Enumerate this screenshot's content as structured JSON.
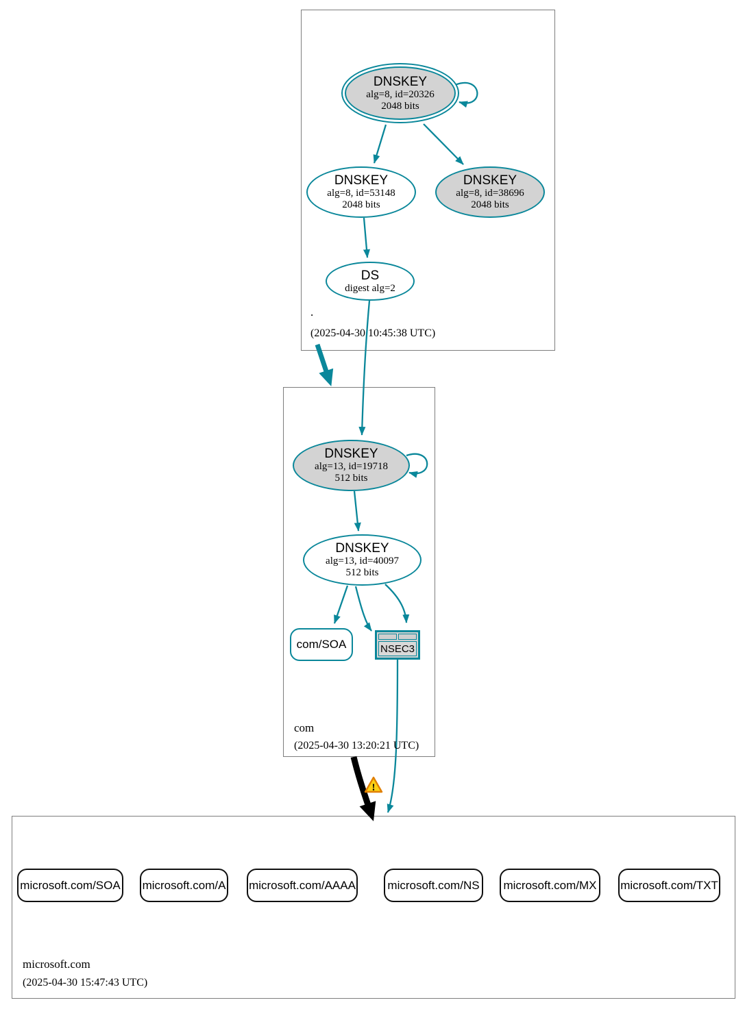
{
  "zones": {
    "root": {
      "label": ".",
      "timestamp": "(2025-04-30 10:45:38 UTC)",
      "nodes": {
        "ksk": {
          "title": "DNSKEY",
          "detail": "alg=8, id=20326",
          "size": "2048 bits"
        },
        "zsk": {
          "title": "DNSKEY",
          "detail": "alg=8, id=53148",
          "size": "2048 bits"
        },
        "key2": {
          "title": "DNSKEY",
          "detail": "alg=8, id=38696",
          "size": "2048 bits"
        },
        "ds": {
          "title": "DS",
          "detail": "digest alg=2"
        }
      }
    },
    "com": {
      "label": "com",
      "timestamp": "(2025-04-30 13:20:21 UTC)",
      "nodes": {
        "ksk": {
          "title": "DNSKEY",
          "detail": "alg=13, id=19718",
          "size": "512 bits"
        },
        "zsk": {
          "title": "DNSKEY",
          "detail": "alg=13, id=40097",
          "size": "512 bits"
        },
        "soa": {
          "label": "com/SOA"
        },
        "nsec3": {
          "label": "NSEC3"
        }
      }
    },
    "microsoft": {
      "label": "microsoft.com",
      "timestamp": "(2025-04-30 15:47:43 UTC)",
      "rrsets": [
        {
          "label": "microsoft.com/SOA"
        },
        {
          "label": "microsoft.com/A"
        },
        {
          "label": "microsoft.com/AAAA"
        },
        {
          "label": "microsoft.com/NS"
        },
        {
          "label": "microsoft.com/MX"
        },
        {
          "label": "microsoft.com/TXT"
        }
      ]
    }
  },
  "icons": {
    "warning": "!"
  },
  "colors": {
    "secure_edge": "#0a879a",
    "insecure_edge": "#000000",
    "sep_key_fill": "#d3d3d3",
    "zone_border": "#7d7d7d",
    "warning_fill": "#fcd116",
    "warning_border": "#e07f00"
  }
}
